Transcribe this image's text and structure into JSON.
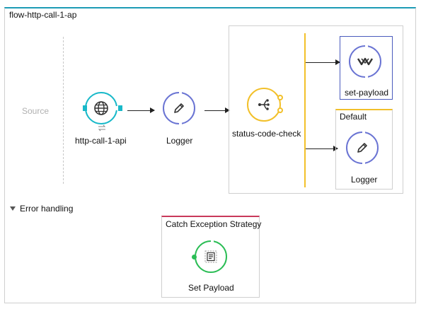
{
  "flow": {
    "title": "flow-http-call-1-ap"
  },
  "source": {
    "label": "Source"
  },
  "nodes": {
    "http": {
      "label": "http-call-1-api",
      "icon": "globe-icon"
    },
    "logger1": {
      "label": "Logger",
      "icon": "pencil-icon"
    },
    "choice": {
      "label": "status-code-check",
      "icon": "choice-branch-icon"
    },
    "setpayload": {
      "label": "set-payload",
      "icon": "set-payload-icon"
    },
    "logger2": {
      "label": "Logger",
      "icon": "pencil-icon"
    },
    "catch_setpayload": {
      "label": "Set Payload",
      "icon": "document-lines-icon"
    }
  },
  "routes": {
    "default_label": "Default"
  },
  "error_handling": {
    "label": "Error handling",
    "strategy_title": "Catch Exception Strategy"
  },
  "colors": {
    "accent_cyan": "#19b9c9",
    "accent_blue": "#6a74d3",
    "accent_yellow": "#f2c02a",
    "accent_green": "#2bbd55",
    "catch_red": "#c9395b",
    "frame_top": "#1d9bb5"
  }
}
